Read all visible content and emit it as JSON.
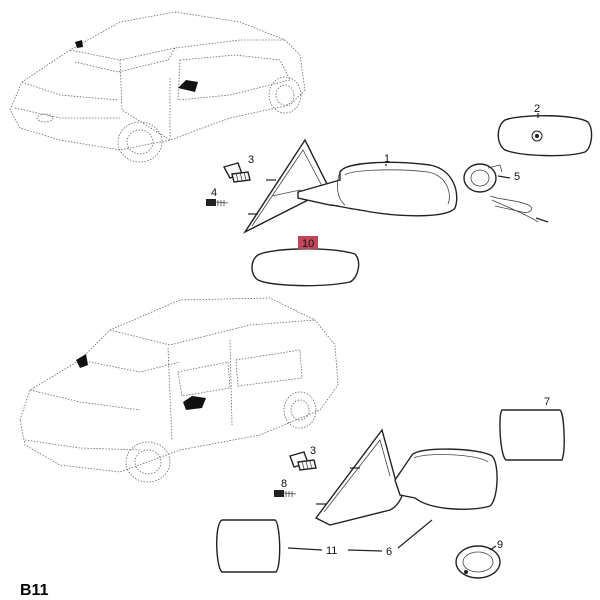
{
  "diagram": {
    "section_code": "B11",
    "highlight_color": "#c0475a",
    "parts": [
      {
        "id": "p1",
        "number": "1",
        "highlighted": false
      },
      {
        "id": "p2",
        "number": "2",
        "highlighted": false
      },
      {
        "id": "p3a",
        "number": "3",
        "highlighted": false
      },
      {
        "id": "p4",
        "number": "4",
        "highlighted": false
      },
      {
        "id": "p5",
        "number": "5",
        "highlighted": false
      },
      {
        "id": "p10",
        "number": "10",
        "highlighted": true
      },
      {
        "id": "p7",
        "number": "7",
        "highlighted": false
      },
      {
        "id": "p3b",
        "number": "3",
        "highlighted": false
      },
      {
        "id": "p8",
        "number": "8",
        "highlighted": false
      },
      {
        "id": "p11",
        "number": "11",
        "highlighted": false
      },
      {
        "id": "p6",
        "number": "6",
        "highlighted": false
      },
      {
        "id": "p9",
        "number": "9",
        "highlighted": false
      }
    ]
  }
}
